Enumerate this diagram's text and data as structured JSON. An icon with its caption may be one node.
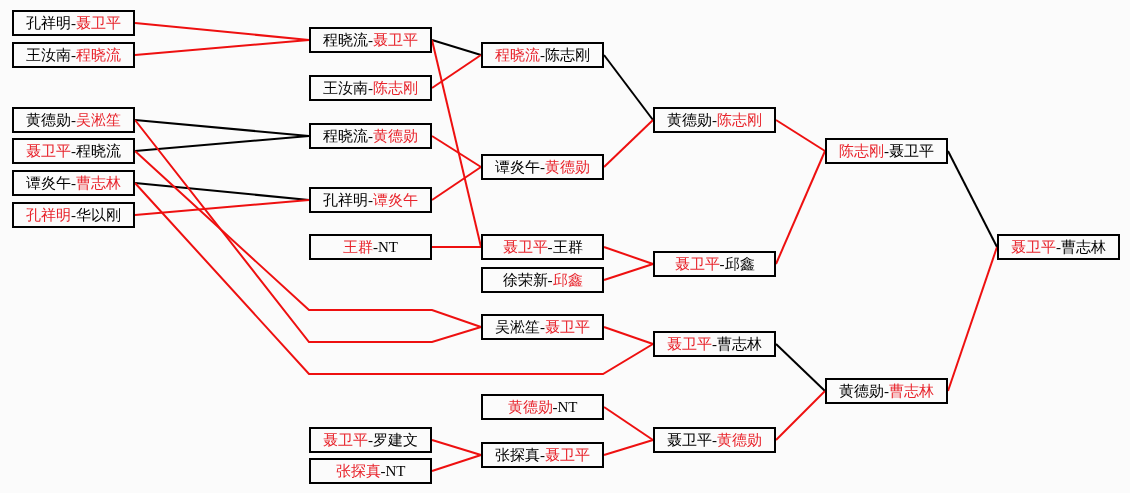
{
  "diagram": {
    "nodes": [
      {
        "text": [
          "孔祥明-聂卫平"
        ]
      },
      {
        "text": [
          "王汝南-程晓流"
        ]
      },
      {
        "text": [
          "黄德勋-吴淞笙"
        ]
      },
      {
        "text": [
          "聂卫平-程晓流"
        ]
      },
      {
        "text": [
          "谭炎午-曹志林"
        ]
      },
      {
        "text": [
          "孔祥明-华以刚"
        ]
      },
      {
        "text": [
          "程晓流-聂卫平"
        ]
      },
      {
        "text": [
          "王汝南-陈志刚"
        ]
      },
      {
        "text": [
          "程晓流-黄德勋"
        ]
      },
      {
        "text": [
          "孔祥明-谭炎午"
        ]
      },
      {
        "text": [
          "王群-NT"
        ]
      },
      {
        "text": [
          "聂卫平-罗建文"
        ]
      },
      {
        "text": [
          "张探真-NT"
        ]
      },
      {
        "text": [
          "程晓流-陈志刚"
        ]
      },
      {
        "text": [
          "谭炎午-黄德勋"
        ]
      },
      {
        "text": [
          "聂卫平-王群"
        ]
      },
      {
        "text": [
          "徐荣新-邱鑫"
        ]
      },
      {
        "text": [
          "吴淞笙-聂卫平"
        ]
      },
      {
        "text": [
          "黄德勋-NT"
        ]
      },
      {
        "text": [
          "张探真-聂卫平"
        ]
      },
      {
        "text": [
          "黄德勋-陈志刚"
        ]
      },
      {
        "text": [
          "聂卫平-邱鑫"
        ]
      },
      {
        "text": [
          "聂卫平-曹志林"
        ]
      },
      {
        "text": [
          "聂卫平-黄德勋"
        ]
      },
      {
        "text": [
          "陈志刚-聂卫平"
        ]
      },
      {
        "text": [
          "黄德勋-曹志林"
        ]
      },
      {
        "text": [
          "聂卫平-曹志林"
        ]
      }
    ],
    "edges": [
      {
        "from": 0,
        "to": 6,
        "arrow": "none"
      },
      {
        "from": 1,
        "to": 6,
        "arrow": "none"
      },
      {
        "from": 2,
        "to": 8,
        "arrow": "none",
        "color": "#000000"
      },
      {
        "from": 3,
        "to": 8,
        "arrow": "none",
        "color": "#000000"
      },
      {
        "from": 4,
        "to": 9,
        "arrow": "none",
        "color": "#000000"
      },
      {
        "from": 5,
        "to": 9,
        "arrow": "none"
      },
      {
        "from": 2,
        "to": 17,
        "arrow": "none"
      },
      {
        "from": 3,
        "to": 17,
        "arrow": "none"
      },
      {
        "from": 4,
        "to": 22,
        "arrow": "none"
      },
      {
        "from": 6,
        "to": 13,
        "arrow": "none",
        "color": "#000000"
      },
      {
        "from": 7,
        "to": 13,
        "arrow": "none"
      },
      {
        "from": 8,
        "to": 14,
        "arrow": "none"
      },
      {
        "from": 9,
        "to": 14,
        "arrow": "none"
      },
      {
        "from": 6,
        "to": 15,
        "arrow": "none"
      },
      {
        "from": 10,
        "to": 15,
        "arrow": "none"
      },
      {
        "from": 11,
        "to": 19,
        "arrow": "none"
      },
      {
        "from": 12,
        "to": 19,
        "arrow": "none"
      },
      {
        "from": 13,
        "to": 20,
        "arrow": "none",
        "color": "#000000"
      },
      {
        "from": 14,
        "to": 20,
        "arrow": "none"
      },
      {
        "from": 15,
        "to": 21,
        "arrow": "none"
      },
      {
        "from": 16,
        "to": 21,
        "arrow": "none"
      },
      {
        "from": 17,
        "to": 22,
        "arrow": "none"
      },
      {
        "from": 18,
        "to": 23,
        "arrow": "none"
      },
      {
        "from": 19,
        "to": 23,
        "arrow": "none"
      },
      {
        "from": 20,
        "to": 24,
        "arrow": "none"
      },
      {
        "from": 21,
        "to": 24,
        "arrow": "none"
      },
      {
        "from": 22,
        "to": 25,
        "arrow": "none",
        "color": "#000000"
      },
      {
        "from": 23,
        "to": 25,
        "arrow": "none"
      },
      {
        "from": 24,
        "to": 26,
        "arrow": "none",
        "color": "#000000"
      },
      {
        "from": 25,
        "to": 26,
        "arrow": "none"
      }
    ]
  }
}
